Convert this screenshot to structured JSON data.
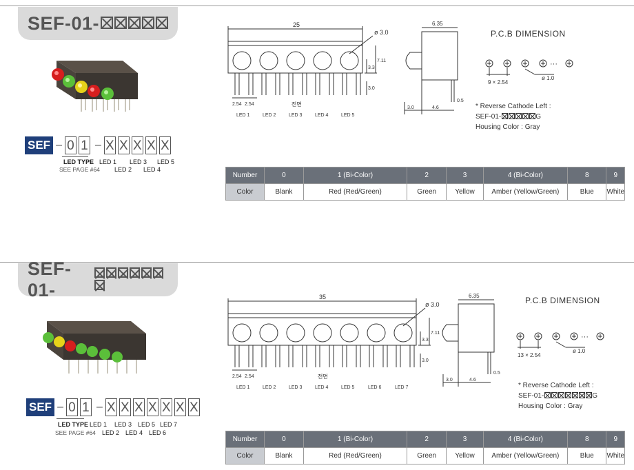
{
  "sections": [
    {
      "title_prefix": "SEF-01-",
      "code": {
        "prefix": "SEF",
        "type": [
          "0",
          "1"
        ],
        "positions": [
          "X",
          "X",
          "X",
          "X",
          "X"
        ]
      },
      "led_type_label": "LED TYPE",
      "see_page": "SEE PAGE #64",
      "led_labels_top": [
        "LED 1",
        "LED 3",
        "LED 5"
      ],
      "led_labels_bottom": [
        "LED 2",
        "LED 4"
      ],
      "drawing": {
        "width_dim": "25",
        "hole_dim": "ø 3.0",
        "pitch_dims": [
          "2.54",
          "2.54"
        ],
        "h1": "3.3",
        "h2": "7.11",
        "h3": "3.0",
        "front_label": "전면",
        "led_names": [
          "LED 1",
          "LED 2",
          "LED 3",
          "LED 4",
          "LED 5"
        ],
        "side_width": "6.35",
        "side_dims": [
          "3.0",
          "4.6"
        ],
        "lead_dim": "0.5"
      },
      "pcb": {
        "title": "P.C.B DIMENSION",
        "pitch": "9 × 2.54",
        "hole": "ø 1.0",
        "ellipsis": "···"
      },
      "note": {
        "line1": "* Reverse Cathode Left :",
        "line2_prefix": "SEF-01-",
        "line2_suffix": "G",
        "line3": "Housing Color : Gray"
      },
      "table": {
        "header": [
          "Number",
          "0",
          "1 (Bi-Color)",
          "2",
          "3",
          "4 (Bi-Color)",
          "8",
          "9"
        ],
        "row": [
          "Color",
          "Blank",
          "Red (Red/Green)",
          "Green",
          "Yellow",
          "Amber (Yellow/Green)",
          "Blue",
          "White"
        ]
      }
    },
    {
      "title_prefix": "SEF-01-",
      "code": {
        "prefix": "SEF",
        "type": [
          "0",
          "1"
        ],
        "positions": [
          "X",
          "X",
          "X",
          "X",
          "X",
          "X",
          "X"
        ]
      },
      "led_type_label": "LED TYPE",
      "see_page": "SEE PAGE #64",
      "led_labels_top": [
        "LED 1",
        "LED 3",
        "LED 5",
        "LED 7"
      ],
      "led_labels_bottom": [
        "LED 2",
        "LED 4",
        "LED 6"
      ],
      "drawing": {
        "width_dim": "35",
        "hole_dim": "ø 3.0",
        "pitch_dims": [
          "2.54",
          "2.54"
        ],
        "h1": "3.3",
        "h2": "7.11",
        "h3": "3.0",
        "front_label": "전면",
        "led_names": [
          "LED 1",
          "LED 2",
          "LED 3",
          "LED 4",
          "LED 5",
          "LED 6",
          "LED 7"
        ],
        "side_width": "6.35",
        "side_dims": [
          "3.0",
          "4.6"
        ],
        "lead_dim": "0.5"
      },
      "pcb": {
        "title": "P.C.B DIMENSION",
        "pitch": "13 × 2.54",
        "hole": "ø 1.0",
        "ellipsis": "···"
      },
      "note": {
        "line1": "* Reverse Cathode Left :",
        "line2_prefix": "SEF-01-",
        "line2_suffix": "G",
        "line3": "Housing Color : Gray"
      },
      "table": {
        "header": [
          "Number",
          "0",
          "1 (Bi-Color)",
          "2",
          "3",
          "4 (Bi-Color)",
          "8",
          "9"
        ],
        "row": [
          "Color",
          "Blank",
          "Red (Red/Green)",
          "Green",
          "Yellow",
          "Amber (Yellow/Green)",
          "Blue",
          "White"
        ]
      }
    }
  ],
  "colors": {
    "sef_blue": "#1f3f7a",
    "tab_gray": "#dadada",
    "table_header": "#6a7079"
  }
}
